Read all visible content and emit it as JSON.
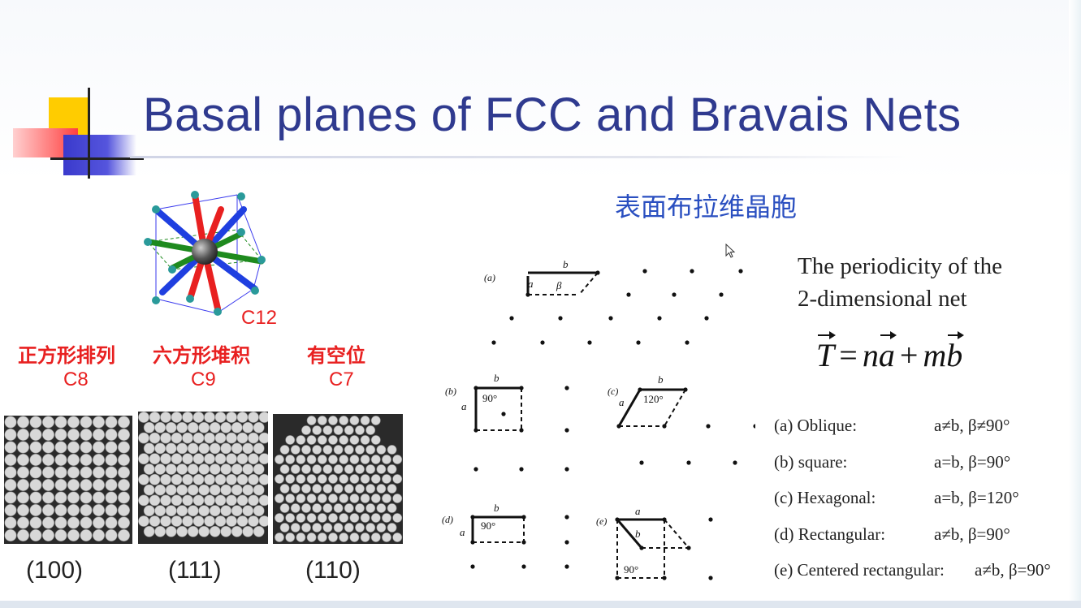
{
  "slide": {
    "title": "Basal planes of FCC and Bravais Nets",
    "subtitle_cn": "表面布拉维晶胞"
  },
  "crystal_model": {
    "label": "C12"
  },
  "arrangements": [
    {
      "name_cn": "正方形排列",
      "coordination": "C8",
      "miller": "(100)"
    },
    {
      "name_cn": "六方形堆积",
      "coordination": "C9",
      "miller": "(111)"
    },
    {
      "name_cn": "有空位",
      "coordination": "C7",
      "miller": "(110)"
    }
  ],
  "periodicity": {
    "line1": "The periodicity of the",
    "line2": "2-dimensional net",
    "formula": {
      "T": "T",
      "eq": "=",
      "n": "n",
      "a": "a",
      "plus": "+",
      "m": "m",
      "b": "b"
    }
  },
  "nets": [
    {
      "label": "(a) Oblique:",
      "condition": "a≠b, β≠90°"
    },
    {
      "label": "(b) square:",
      "condition": "a=b, β=90°"
    },
    {
      "label": "(c) Hexagonal:",
      "condition": "a=b, β=120°"
    },
    {
      "label": "(d) Rectangular:",
      "condition": "a≠b, β=90°"
    },
    {
      "label": "(e) Centered rectangular:",
      "condition": "a≠b, β=90°"
    }
  ],
  "diagram_labels": {
    "a": "(a)",
    "b": "(b)",
    "c": "(c)",
    "d": "(d)",
    "e": "(e)",
    "vec_a": "a",
    "vec_b": "b",
    "beta": "β",
    "angle90": "90°",
    "angle120": "120°"
  },
  "colors": {
    "title": "#2f3a8f",
    "cn_subtitle": "#2a4fc0",
    "red_label": "#e82020",
    "bond_blue": "#1f3fe0",
    "bond_green": "#1e8a1e",
    "bond_red": "#e82020",
    "atom_teal": "#2a9a9a"
  }
}
